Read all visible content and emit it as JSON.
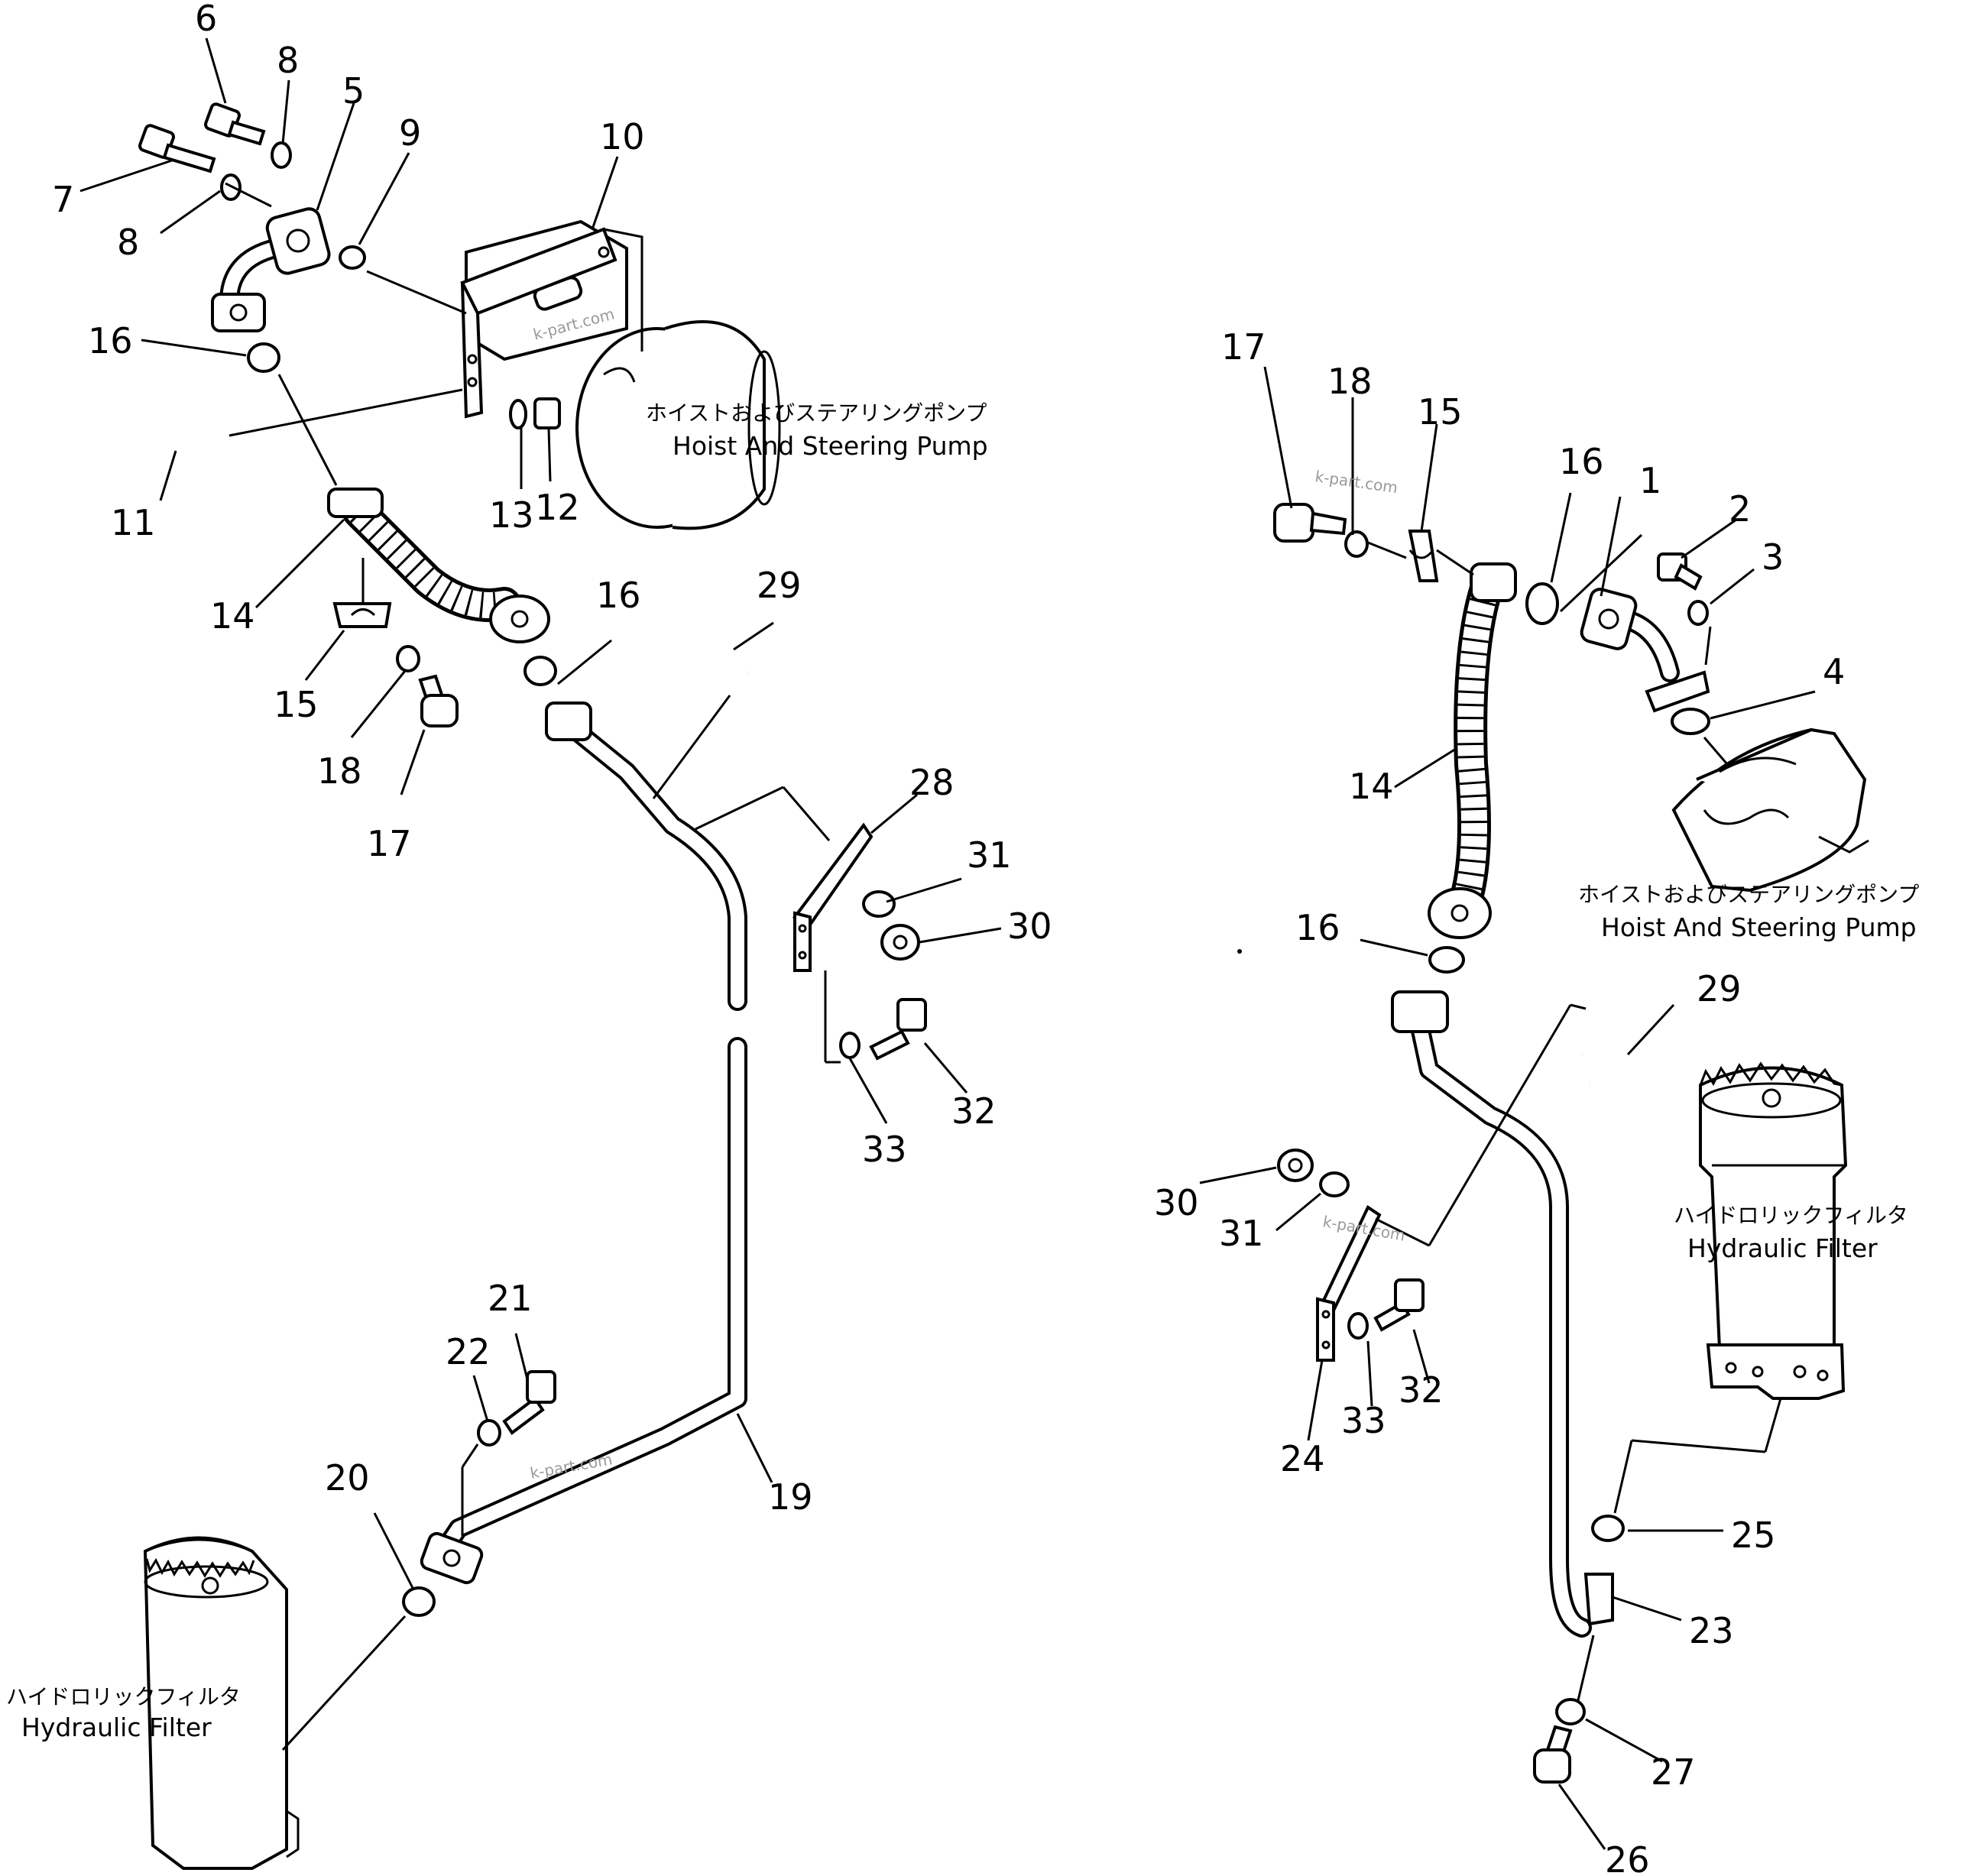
{
  "callouts": {
    "l6": "6",
    "l8a": "8",
    "l5": "5",
    "l7": "7",
    "l8b": "8",
    "l9": "9",
    "l10": "10",
    "l16a": "16",
    "l11": "11",
    "l13": "13",
    "l12": "12",
    "l14": "14",
    "l16b": "16",
    "l29": "29",
    "l15": "15",
    "l18": "18",
    "l17": "17",
    "l28": "28",
    "l31": "31",
    "l30": "30",
    "l33": "33",
    "l32": "32",
    "l21": "21",
    "l22": "22",
    "l20": "20",
    "l19": "19",
    "r17": "17",
    "r18": "18",
    "r15": "15",
    "r16a": "16",
    "r1": "1",
    "r2": "2",
    "r3": "3",
    "r4": "4",
    "r14": "14",
    "r16b": "16",
    "r29": "29",
    "r30": "30",
    "r31": "31",
    "r32": "32",
    "r33": "33",
    "r24": "24",
    "r25": "25",
    "r23": "23",
    "r27": "27",
    "r26": "26"
  },
  "labels": {
    "pump_left_jp": "ホイストおよびステアリングポンプ",
    "pump_left_en": "Hoist And Steering Pump",
    "pump_right_jp": "ホイストおよびステアリングポンプ",
    "pump_right_en": "Hoist And Steering Pump",
    "filter_left_jp": "ハイドロリックフィルタ",
    "filter_left_en": "Hydraulic Filter",
    "filter_right_jp": "ハイドロリックフィルタ",
    "filter_right_en": "Hydraulic Filter"
  },
  "watermark": "k-part.com"
}
